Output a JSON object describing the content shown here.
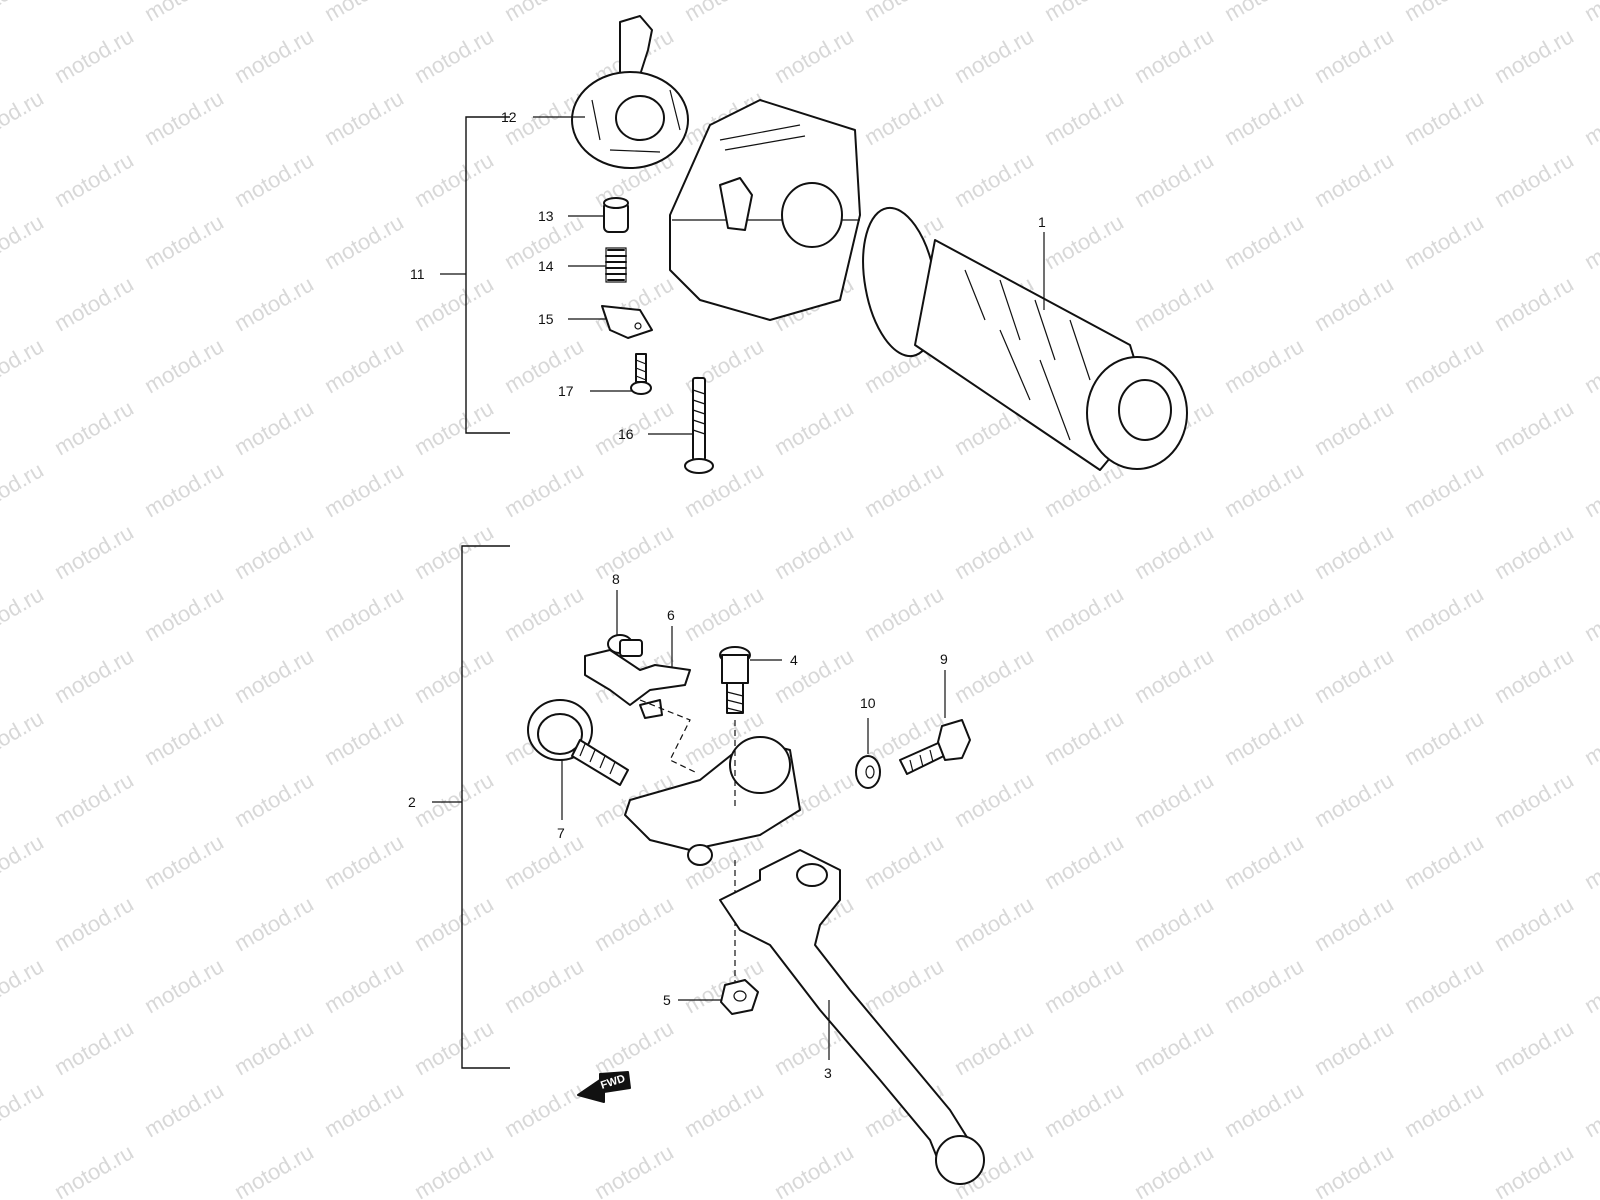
{
  "watermark": "motod.ru",
  "arrow_label": "FWD",
  "callouts": [
    {
      "id": "1",
      "label": "1"
    },
    {
      "id": "2",
      "label": "2"
    },
    {
      "id": "3",
      "label": "3"
    },
    {
      "id": "4",
      "label": "4"
    },
    {
      "id": "5",
      "label": "5"
    },
    {
      "id": "6",
      "label": "6"
    },
    {
      "id": "7",
      "label": "7"
    },
    {
      "id": "8",
      "label": "8"
    },
    {
      "id": "9",
      "label": "9"
    },
    {
      "id": "10",
      "label": "10"
    },
    {
      "id": "11",
      "label": "11"
    },
    {
      "id": "12",
      "label": "12"
    },
    {
      "id": "13",
      "label": "13"
    },
    {
      "id": "14",
      "label": "14"
    },
    {
      "id": "15",
      "label": "15"
    },
    {
      "id": "16",
      "label": "16"
    },
    {
      "id": "17",
      "label": "17"
    }
  ]
}
